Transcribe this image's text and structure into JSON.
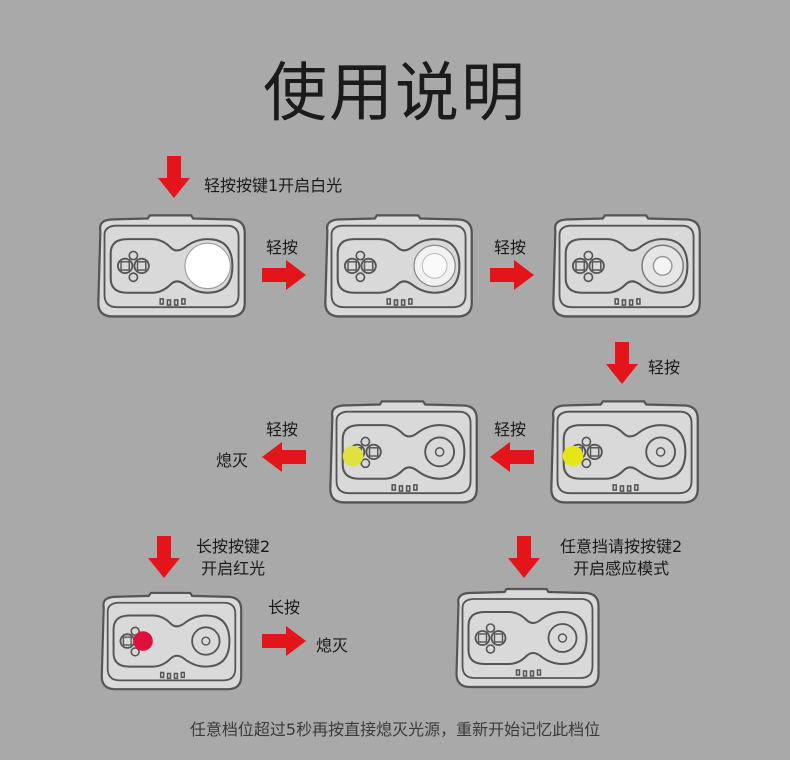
{
  "title": "使用说明",
  "step1": {
    "label": "轻按按键1开启白光"
  },
  "arrows_row1": [
    "轻按",
    "轻按"
  ],
  "down_right_label": "轻按",
  "row2": {
    "mid_label": "轻按",
    "left_label": "轻按",
    "off_label": "熄灭"
  },
  "red_light": {
    "line1": "长按按键2",
    "line2": "开启红光",
    "long_press": "长按",
    "off_label": "熄灭"
  },
  "sensor_mode": {
    "line1": "任意挡请按按键2",
    "line2": "开启感应模式"
  },
  "footer": "任意档位超过5秒再按直接熄灭光源，重新开始记忆此档位",
  "colors": {
    "arrow": "#e3141a",
    "white_led": "#ffffff",
    "yellow_led": "#e6e617",
    "red_led": "#e0103c",
    "outline": "#555555"
  }
}
